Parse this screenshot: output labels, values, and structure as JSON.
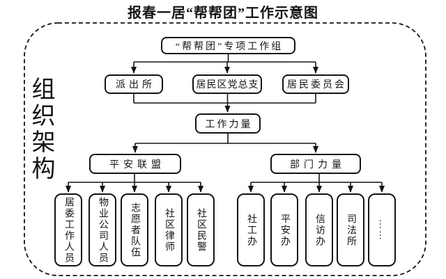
{
  "title": "报春一居“帮帮团”工作示意图",
  "side_label": "组织架构",
  "colors": {
    "line": "#141414",
    "background": "#ffffff",
    "box_border": "#141414"
  },
  "nodes": {
    "top": "“帮帮团”专项工作组",
    "row2": [
      "派出所",
      "居民区党总支",
      "居民委员会"
    ],
    "middle": "工作力量",
    "branches": [
      "平安联盟",
      "部门力量"
    ],
    "left_leaves": [
      "居委工作人员",
      "物业公司人员",
      "志愿者队伍",
      "社区律师",
      "社区民警"
    ],
    "right_leaves": [
      "社工办",
      "平安办",
      "信访办",
      "司法所",
      "……"
    ]
  }
}
